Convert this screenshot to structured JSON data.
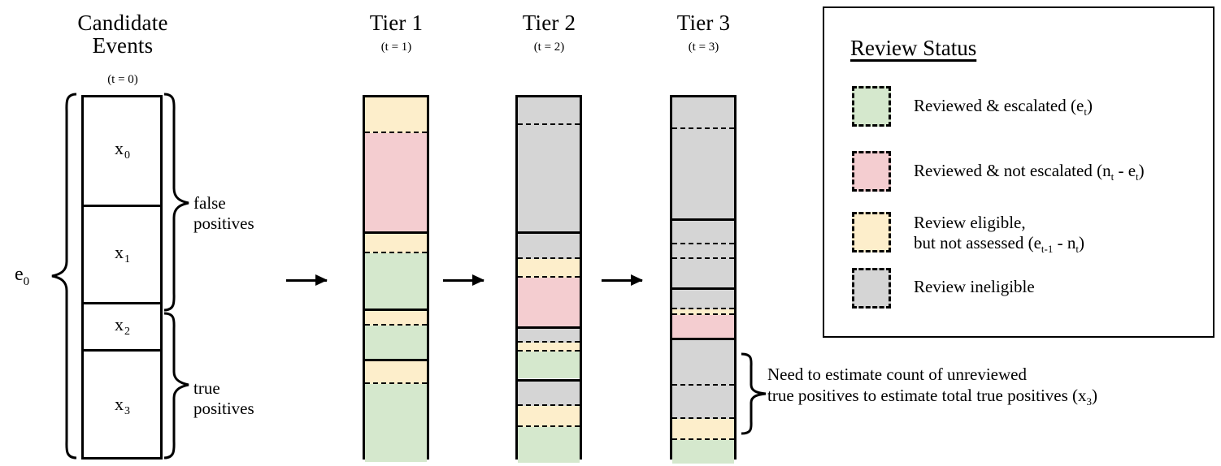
{
  "colors": {
    "escalated": "#d5e8cd",
    "not_escalated": "#f4cdd0",
    "eligible_not_assessed": "#fdeecb",
    "ineligible": "#d5d5d5",
    "outline": "#000000",
    "background": "#ffffff"
  },
  "columns": [
    {
      "id": "candidate",
      "title_line1": "Candidate",
      "title_line2": "Events",
      "subtitle": "(t = 0)",
      "segments": [
        {
          "label": "x",
          "sub": "0",
          "bands": [
            {
              "status": "unlabeled",
              "frac": 1.0
            }
          ]
        },
        {
          "label": "x",
          "sub": "1",
          "bands": [
            {
              "status": "unlabeled",
              "frac": 1.0
            }
          ]
        },
        {
          "label": "x",
          "sub": "2",
          "bands": [
            {
              "status": "unlabeled",
              "frac": 1.0
            }
          ]
        },
        {
          "label": "x",
          "sub": "3",
          "bands": [
            {
              "status": "unlabeled",
              "frac": 1.0
            }
          ]
        }
      ]
    },
    {
      "id": "tier1",
      "title_line1": "Tier 1",
      "subtitle": "(t = 1)",
      "segments": [
        {
          "bands": [
            {
              "status": "eligible_not_assessed",
              "frac": 0.265
            },
            {
              "status": "not_escalated",
              "frac": 0.735
            }
          ]
        },
        {
          "bands": [
            {
              "status": "eligible_not_assessed",
              "frac": 0.265
            },
            {
              "status": "escalated",
              "frac": 0.735
            }
          ]
        },
        {
          "bands": [
            {
              "status": "eligible_not_assessed",
              "frac": 0.3
            },
            {
              "status": "escalated",
              "frac": 0.7
            }
          ]
        },
        {
          "bands": [
            {
              "status": "eligible_not_assessed",
              "frac": 0.225
            },
            {
              "status": "escalated",
              "frac": 0.775
            }
          ]
        }
      ]
    },
    {
      "id": "tier2",
      "title_line1": "Tier 2",
      "subtitle": "(t = 2)",
      "segments": [
        {
          "bands": [
            {
              "status": "ineligible",
              "frac": 0.205
            },
            {
              "status": "ineligible",
              "frac": 0.795
            }
          ]
        },
        {
          "bands": [
            {
              "status": "ineligible",
              "frac": 0.27
            },
            {
              "status": "eligible_not_assessed",
              "frac": 0.2
            },
            {
              "status": "not_escalated",
              "frac": 0.53
            }
          ]
        },
        {
          "bands": [
            {
              "status": "ineligible",
              "frac": 0.28
            },
            {
              "status": "eligible_not_assessed",
              "frac": 0.18
            },
            {
              "status": "escalated",
              "frac": 0.54
            }
          ]
        },
        {
          "bands": [
            {
              "status": "ineligible",
              "frac": 0.3
            },
            {
              "status": "eligible_not_assessed",
              "frac": 0.26
            },
            {
              "status": "escalated",
              "frac": 0.44
            }
          ]
        }
      ]
    },
    {
      "id": "tier3",
      "title_line1": "Tier 3",
      "subtitle": "(t = 3)",
      "segments": [
        {
          "bands": [
            {
              "status": "ineligible",
              "frac": 0.265
            },
            {
              "status": "ineligible",
              "frac": 0.735
            }
          ]
        },
        {
          "bands": [
            {
              "status": "ineligible",
              "frac": 0.35
            },
            {
              "status": "ineligible",
              "frac": 0.22
            },
            {
              "status": "ineligible",
              "frac": 0.43
            }
          ]
        },
        {
          "bands": [
            {
              "status": "ineligible",
              "frac": 0.4
            },
            {
              "status": "eligible_not_assessed",
              "frac": 0.12
            },
            {
              "status": "not_escalated",
              "frac": 0.48
            }
          ]
        },
        {
          "bands": [
            {
              "status": "ineligible",
              "frac": 0.37
            },
            {
              "status": "ineligible",
              "frac": 0.27
            },
            {
              "status": "eligible_not_assessed",
              "frac": 0.17
            },
            {
              "status": "escalated",
              "frac": 0.19
            }
          ]
        }
      ]
    }
  ],
  "annotations": {
    "e0_label": "e",
    "e0_sub": "0",
    "false_positives_line1": "false",
    "false_positives_line2": "positives",
    "true_positives_line1": "true",
    "true_positives_line2": "positives",
    "note_line1": "Need to estimate count of unreviewed",
    "note_line2_a": "true positives to estimate total true positives (x",
    "note_line2_sub": "3",
    "note_line2_b": ")"
  },
  "legend": {
    "title": "Review Status",
    "items": [
      {
        "color_key": "escalated",
        "text_a": "Reviewed & escalated (e",
        "sub1": "t",
        "text_b": ")",
        "line2_a": "",
        "line2_sub": "",
        "line2_b": ""
      },
      {
        "color_key": "not_escalated",
        "text_a": "Reviewed & not escalated (n",
        "sub1": "t",
        "text_b": " - e",
        "sub2": "t",
        "text_c": ")"
      },
      {
        "color_key": "eligible_not_assessed",
        "text_a": "Review eligible,",
        "line2_a": "but not assessed (e",
        "line2_sub": "t-1",
        "line2_b": " - n",
        "line2_sub2": "t",
        "line2_c": ")"
      },
      {
        "color_key": "ineligible",
        "text_a": "Review ineligible"
      }
    ]
  }
}
